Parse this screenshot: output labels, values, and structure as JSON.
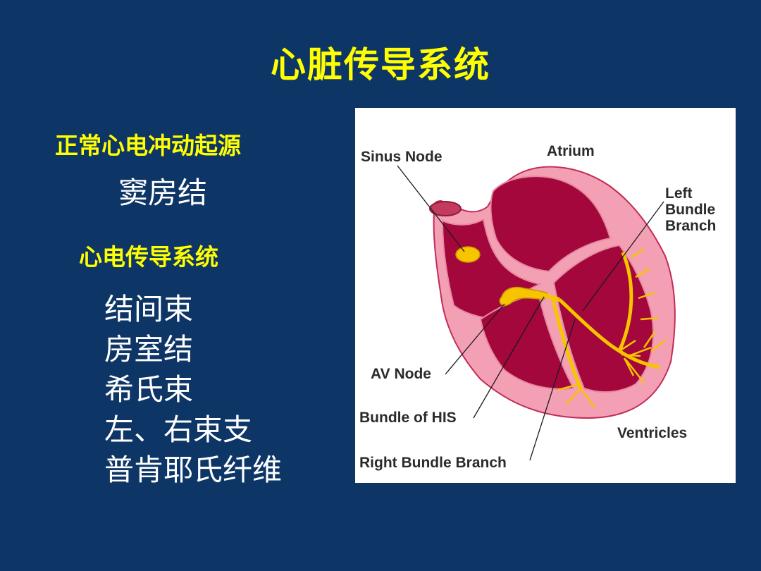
{
  "slide": {
    "title": "心脏传导系统",
    "heading_origin": "正常心电冲动起源",
    "origin": "窦房结",
    "heading_system": "心电传导系统",
    "components": [
      "结间束",
      "房室结",
      "希氏束",
      "左、右束支",
      "普肯耶氏纤维"
    ]
  },
  "figure": {
    "labels": {
      "sinus_node": "Sinus Node",
      "atrium": "Atrium",
      "left_bundle_1": "Left",
      "left_bundle_2": "Bundle",
      "left_bundle_3": "Branch",
      "av_node": "AV Node",
      "bundle_of_his": "Bundle of HIS",
      "ventricles": "Ventricles",
      "right_bundle": "Right Bundle Branch"
    }
  },
  "colors": {
    "background": "#0d3566",
    "heading": "#ffff00",
    "body_text": "#ffffff",
    "heart_wall": "#f4a0b4",
    "heart_chamber": "#a3073b",
    "conduction": "#f7c400"
  }
}
